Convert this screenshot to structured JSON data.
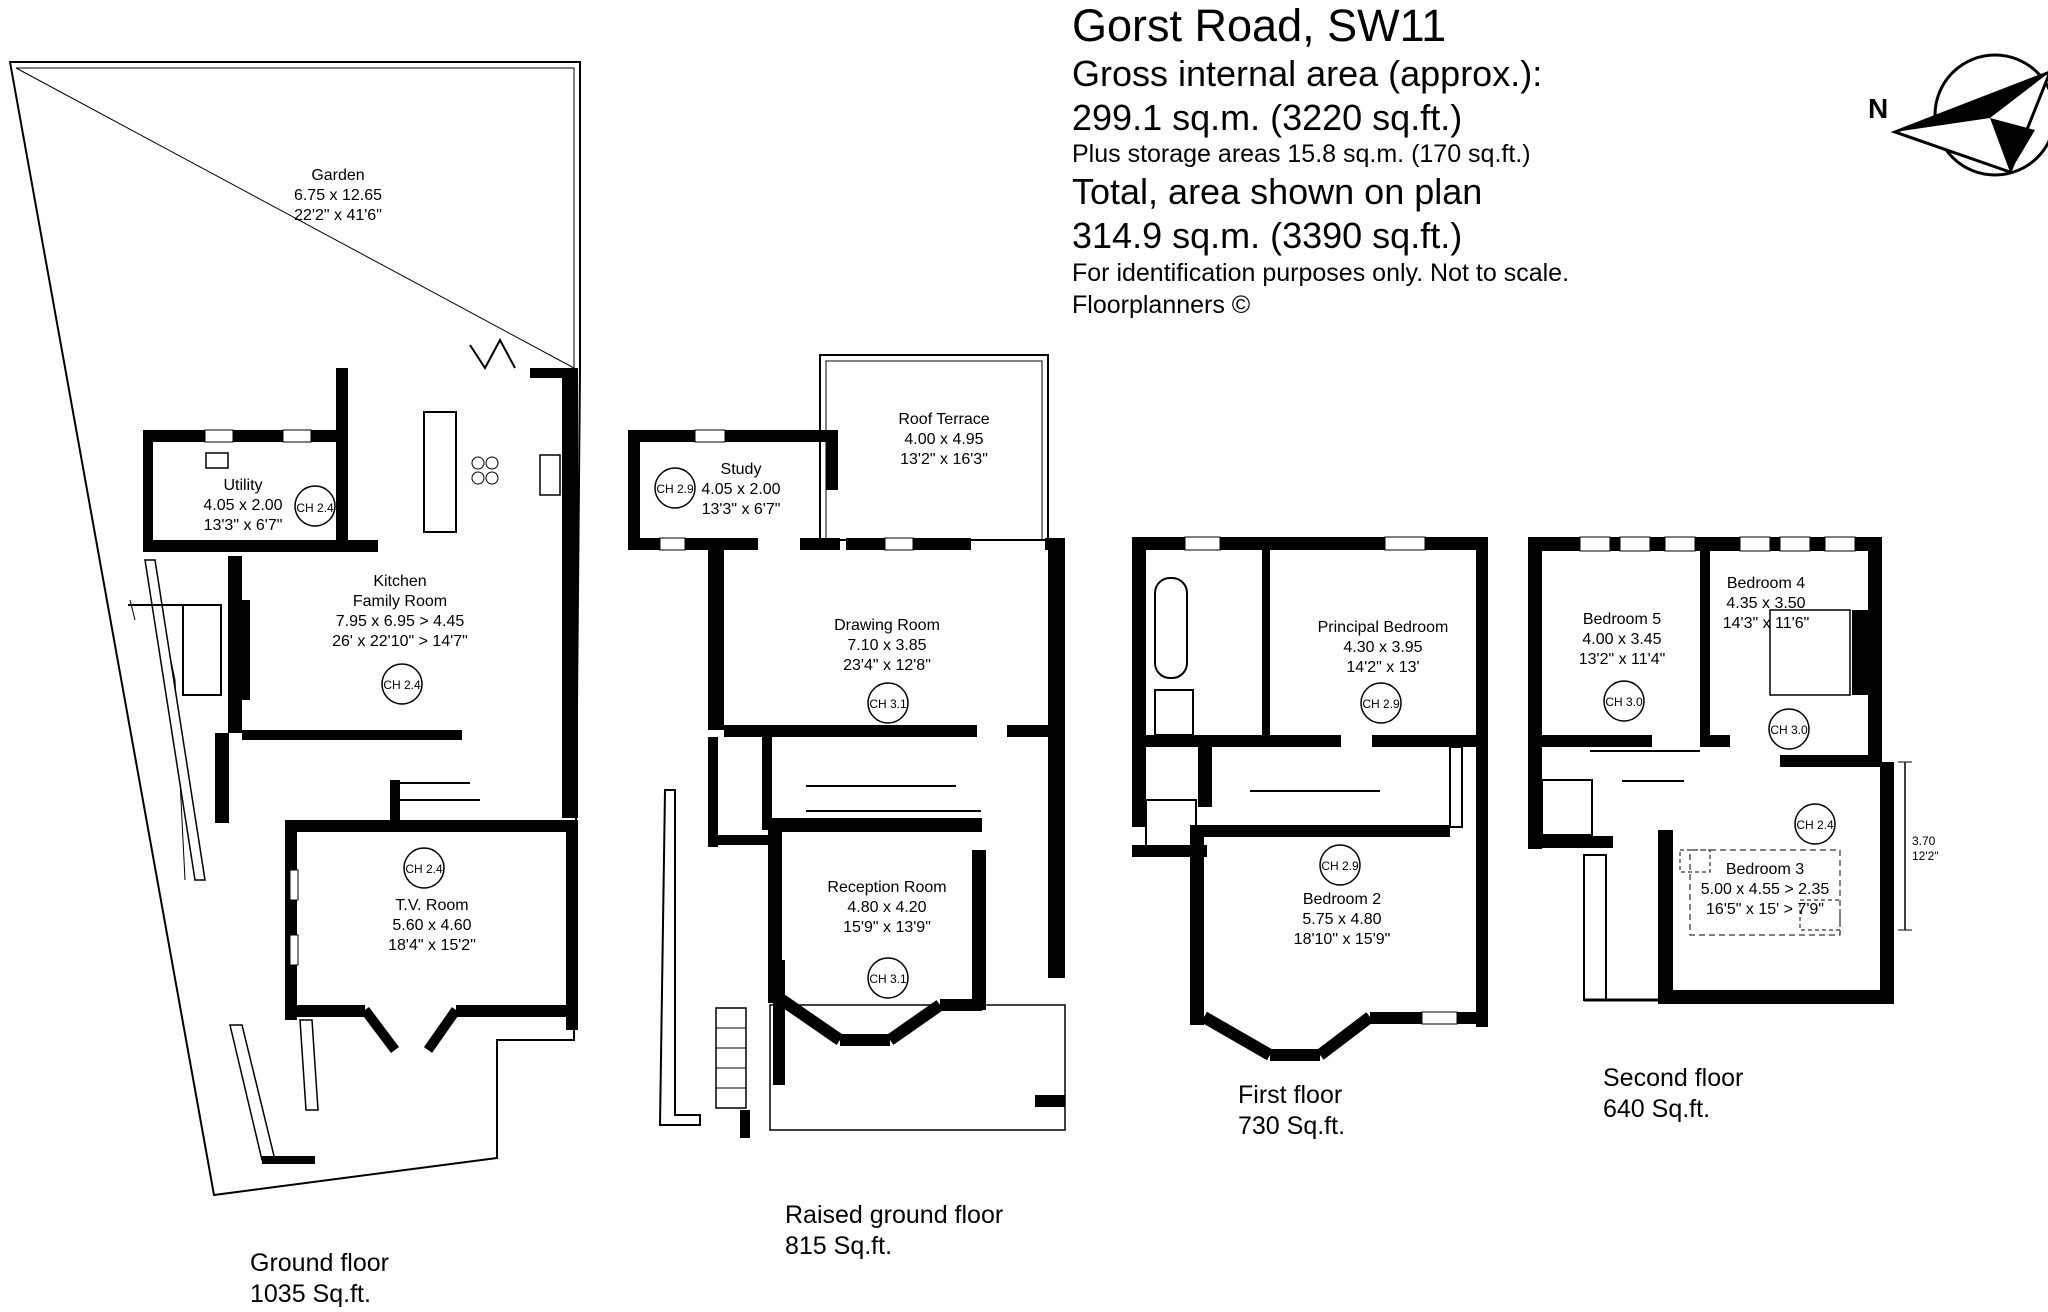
{
  "header": {
    "title": "Gorst Road, SW11",
    "gia_label": "Gross internal area (approx.):",
    "gia_value": "299.1 sq.m. (3220 sq.ft.)",
    "storage": "Plus storage areas 15.8 sq.m. (170 sq.ft.)",
    "total_label": "Total, area shown on plan",
    "total_value": "314.9 sq.m. (3390 sq.ft.)",
    "disclaimer": "For identification purposes only. Not to scale.",
    "credit": "Floorplanners ©"
  },
  "compass": {
    "label": "N",
    "icon": "compass-north-icon"
  },
  "floors": {
    "ground": {
      "name": "Ground floor",
      "area": "1035 Sq.ft."
    },
    "raised": {
      "name": "Raised ground floor",
      "area": "815 Sq.ft."
    },
    "first": {
      "name": "First floor",
      "area": "730 Sq.ft."
    },
    "second": {
      "name": "Second floor",
      "area": "640 Sq.ft."
    }
  },
  "rooms": {
    "garden": {
      "name": "Garden",
      "metric": "6.75 x 12.65",
      "imperial": "22'2\" x 41'6\""
    },
    "utility": {
      "name": "Utility",
      "metric": "4.05 x 2.00",
      "imperial": "13'3\" x 6'7\"",
      "ch": "CH 2.4"
    },
    "kitchen": {
      "name": "Kitchen",
      "name2": "Family Room",
      "metric": "7.95 x 6.95 > 4.45",
      "imperial": "26' x 22'10\" > 14'7\"",
      "ch": "CH 2.4"
    },
    "tv": {
      "name": "T.V. Room",
      "metric": "5.60 x 4.60",
      "imperial": "18'4\" x 15'2\"",
      "ch": "CH 2.4"
    },
    "study": {
      "name": "Study",
      "metric": "4.05 x 2.00",
      "imperial": "13'3\" x 6'7\"",
      "ch": "CH 2.9"
    },
    "terrace": {
      "name": "Roof Terrace",
      "metric": "4.00 x 4.95",
      "imperial": "13'2\" x 16'3\""
    },
    "drawing": {
      "name": "Drawing Room",
      "metric": "7.10 x 3.85",
      "imperial": "23'4\" x 12'8\"",
      "ch": "CH 3.1"
    },
    "reception": {
      "name": "Reception Room",
      "metric": "4.80 x 4.20",
      "imperial": "15'9\" x 13'9\"",
      "ch": "CH 3.1"
    },
    "principal": {
      "name": "Principal Bedroom",
      "metric": "4.30 x 3.95",
      "imperial": "14'2\" x 13'",
      "ch": "CH 2.9"
    },
    "bed2": {
      "name": "Bedroom 2",
      "metric": "5.75 x 4.80",
      "imperial": "18'10\" x 15'9\"",
      "ch": "CH 2.9"
    },
    "bed5": {
      "name": "Bedroom 5",
      "metric": "4.00 x 3.45",
      "imperial": "13'2\" x 11'4\"",
      "ch": "CH 3.0"
    },
    "bed4": {
      "name": "Bedroom 4",
      "metric": "4.35 x 3.50",
      "imperial": "14'3\" x 11'6\"",
      "ch": "CH 3.0"
    },
    "bed3": {
      "name": "Bedroom 3",
      "metric": "5.00 x 4.55 > 2.35",
      "imperial": "16'5\" x 15' > 7'9\"",
      "ch": "CH 2.4"
    }
  },
  "dimension": {
    "metric": "3.70",
    "imperial": "12'2\""
  }
}
